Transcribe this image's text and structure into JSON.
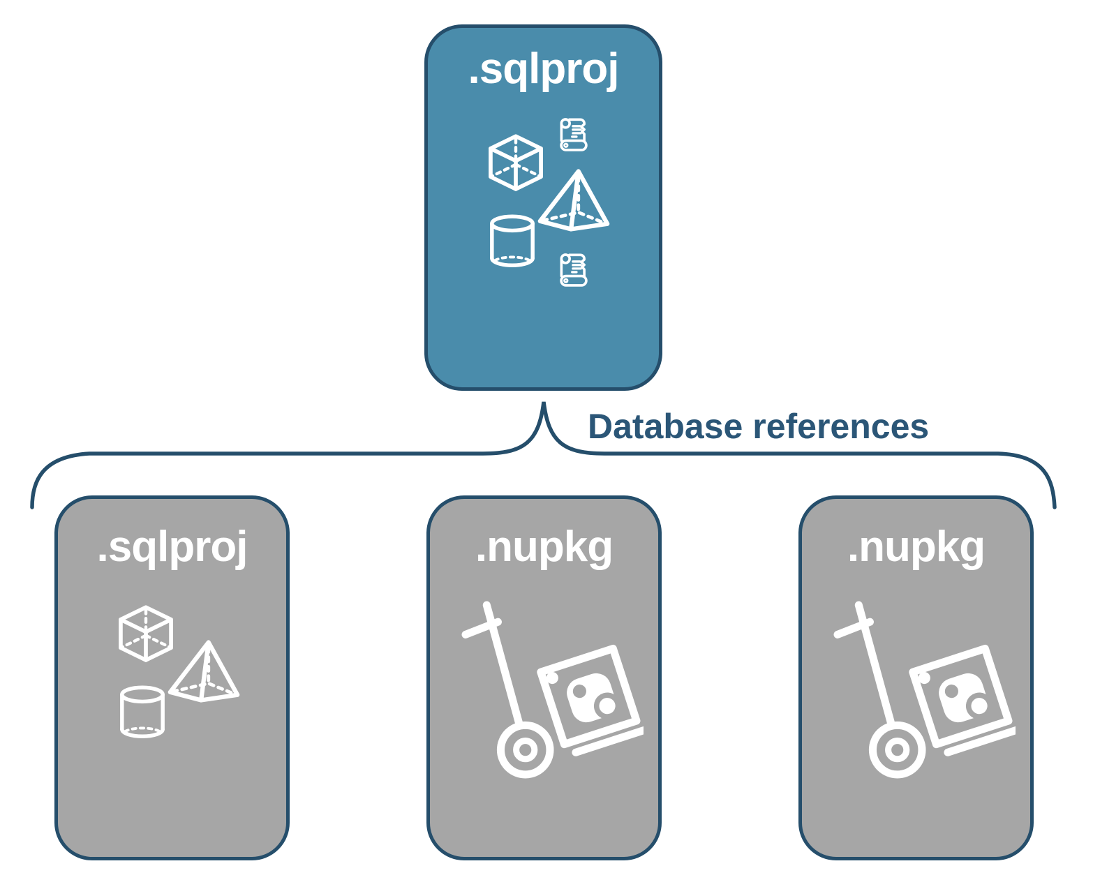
{
  "diagram": {
    "root_box": {
      "label": ".sqlproj",
      "icons": [
        "scroll-icon",
        "cube-icon",
        "pyramid-icon",
        "cylinder-icon",
        "scroll-icon"
      ]
    },
    "connector": {
      "label": "Database references"
    },
    "child_boxes": [
      {
        "label": ".sqlproj",
        "icons": [
          "cube-icon",
          "pyramid-icon",
          "cylinder-icon"
        ]
      },
      {
        "label": ".nupkg",
        "icons": [
          "hand-truck-package-icon"
        ]
      },
      {
        "label": ".nupkg",
        "icons": [
          "hand-truck-package-icon"
        ]
      }
    ],
    "colors": {
      "root_fill": "#4A8CAB",
      "child_fill": "#A6A6A6",
      "outline_stroke": "#254E6B",
      "connector_text": "#2B5677",
      "icon_stroke": "#FFFFFF",
      "background": "#FFFFFF"
    }
  }
}
